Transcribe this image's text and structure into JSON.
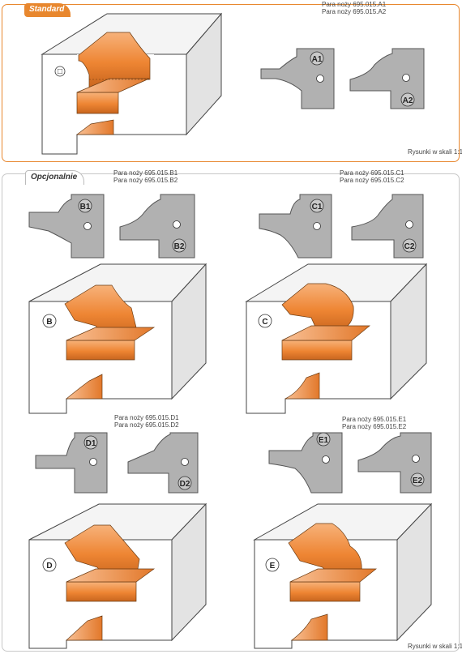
{
  "standard": {
    "tag": "Standard",
    "caption_1": "Para noży 695.015.A1",
    "caption_2": "Para noży 695.015.A2",
    "scale": "Rysunki w skali 1:1",
    "profile_label": "□",
    "knife_1": "A1",
    "knife_2": "A2"
  },
  "optional": {
    "tag": "Opcjonalnie",
    "scale": "Rysunki w skali 1:1",
    "sets": [
      {
        "caption_1": "Para noży 695.015.B1",
        "caption_2": "Para noży 695.015.B2",
        "knife_1": "B1",
        "knife_2": "B2",
        "profile_label": "B"
      },
      {
        "caption_1": "Para noży 695.015.C1",
        "caption_2": "Para noży 695.015.C2",
        "knife_1": "C1",
        "knife_2": "C2",
        "profile_label": "C"
      },
      {
        "caption_1": "Para noży 695.015.D1",
        "caption_2": "Para noży 695.015.D2",
        "knife_1": "D1",
        "knife_2": "D2",
        "profile_label": "D"
      },
      {
        "caption_1": "Para noży 695.015.E1",
        "caption_2": "Para noży 695.015.E2",
        "knife_1": "E1",
        "knife_2": "E2",
        "profile_label": "E"
      }
    ]
  },
  "colors": {
    "accent": "#e8872e",
    "profile": "#f08a3a",
    "plate": "#b1b1b1",
    "border": "#c8c8c8"
  }
}
